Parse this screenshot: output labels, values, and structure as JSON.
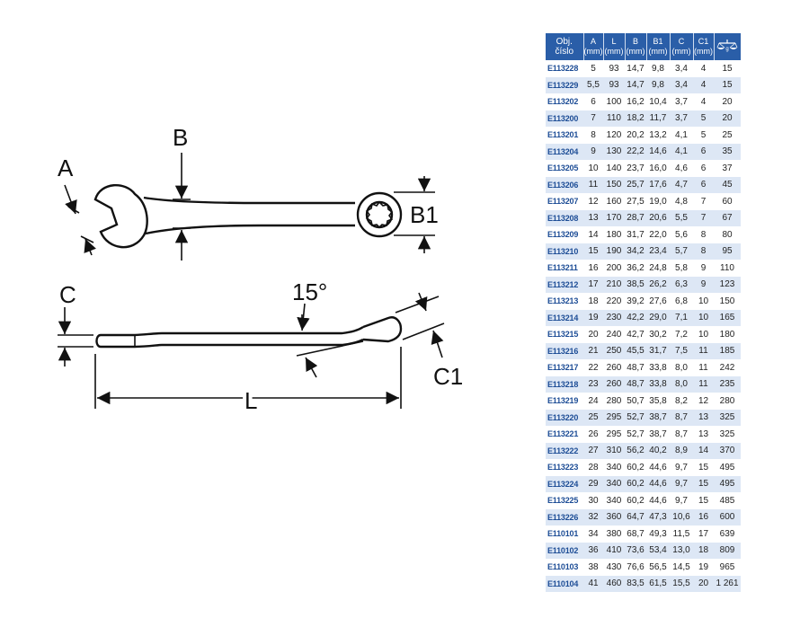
{
  "drawing": {
    "labels": {
      "a": "A",
      "b": "B",
      "b1": "B1",
      "c": "C",
      "c1": "C1",
      "angle": "15°",
      "length": "L"
    }
  },
  "table": {
    "headers": [
      {
        "label": "Obj. číslo",
        "unit": ""
      },
      {
        "label": "A",
        "unit": "(mm)"
      },
      {
        "label": "L",
        "unit": "(mm)"
      },
      {
        "label": "B",
        "unit": "(mm)"
      },
      {
        "label": "B1",
        "unit": "(mm)"
      },
      {
        "label": "C",
        "unit": "(mm)"
      },
      {
        "label": "C1",
        "unit": "(mm)"
      },
      {
        "label": "",
        "unit": "g",
        "icon": "scale-icon"
      }
    ],
    "rows": [
      [
        "E113228",
        "5",
        "93",
        "14,7",
        "9,8",
        "3,4",
        "4",
        "15"
      ],
      [
        "E113229",
        "5,5",
        "93",
        "14,7",
        "9,8",
        "3,4",
        "4",
        "15"
      ],
      [
        "E113202",
        "6",
        "100",
        "16,2",
        "10,4",
        "3,7",
        "4",
        "20"
      ],
      [
        "E113200",
        "7",
        "110",
        "18,2",
        "11,7",
        "3,7",
        "5",
        "20"
      ],
      [
        "E113201",
        "8",
        "120",
        "20,2",
        "13,2",
        "4,1",
        "5",
        "25"
      ],
      [
        "E113204",
        "9",
        "130",
        "22,2",
        "14,6",
        "4,1",
        "6",
        "35"
      ],
      [
        "E113205",
        "10",
        "140",
        "23,7",
        "16,0",
        "4,6",
        "6",
        "37"
      ],
      [
        "E113206",
        "11",
        "150",
        "25,7",
        "17,6",
        "4,7",
        "6",
        "45"
      ],
      [
        "E113207",
        "12",
        "160",
        "27,5",
        "19,0",
        "4,8",
        "7",
        "60"
      ],
      [
        "E113208",
        "13",
        "170",
        "28,7",
        "20,6",
        "5,5",
        "7",
        "67"
      ],
      [
        "E113209",
        "14",
        "180",
        "31,7",
        "22,0",
        "5,6",
        "8",
        "80"
      ],
      [
        "E113210",
        "15",
        "190",
        "34,2",
        "23,4",
        "5,7",
        "8",
        "95"
      ],
      [
        "E113211",
        "16",
        "200",
        "36,2",
        "24,8",
        "5,8",
        "9",
        "110"
      ],
      [
        "E113212",
        "17",
        "210",
        "38,5",
        "26,2",
        "6,3",
        "9",
        "123"
      ],
      [
        "E113213",
        "18",
        "220",
        "39,2",
        "27,6",
        "6,8",
        "10",
        "150"
      ],
      [
        "E113214",
        "19",
        "230",
        "42,2",
        "29,0",
        "7,1",
        "10",
        "165"
      ],
      [
        "E113215",
        "20",
        "240",
        "42,7",
        "30,2",
        "7,2",
        "10",
        "180"
      ],
      [
        "E113216",
        "21",
        "250",
        "45,5",
        "31,7",
        "7,5",
        "11",
        "185"
      ],
      [
        "E113217",
        "22",
        "260",
        "48,7",
        "33,8",
        "8,0",
        "11",
        "242"
      ],
      [
        "E113218",
        "23",
        "260",
        "48,7",
        "33,8",
        "8,0",
        "11",
        "235"
      ],
      [
        "E113219",
        "24",
        "280",
        "50,7",
        "35,8",
        "8,2",
        "12",
        "280"
      ],
      [
        "E113220",
        "25",
        "295",
        "52,7",
        "38,7",
        "8,7",
        "13",
        "325"
      ],
      [
        "E113221",
        "26",
        "295",
        "52,7",
        "38,7",
        "8,7",
        "13",
        "325"
      ],
      [
        "E113222",
        "27",
        "310",
        "56,2",
        "40,2",
        "8,9",
        "14",
        "370"
      ],
      [
        "E113223",
        "28",
        "340",
        "60,2",
        "44,6",
        "9,7",
        "15",
        "495"
      ],
      [
        "E113224",
        "29",
        "340",
        "60,2",
        "44,6",
        "9,7",
        "15",
        "495"
      ],
      [
        "E113225",
        "30",
        "340",
        "60,2",
        "44,6",
        "9,7",
        "15",
        "485"
      ],
      [
        "E113226",
        "32",
        "360",
        "64,7",
        "47,3",
        "10,6",
        "16",
        "600"
      ],
      [
        "E110101",
        "34",
        "380",
        "68,7",
        "49,3",
        "11,5",
        "17",
        "639"
      ],
      [
        "E110102",
        "36",
        "410",
        "73,6",
        "53,4",
        "13,0",
        "18",
        "809"
      ],
      [
        "E110103",
        "38",
        "430",
        "76,6",
        "56,5",
        "14,5",
        "19",
        "965"
      ],
      [
        "E110104",
        "41",
        "460",
        "83,5",
        "61,5",
        "15,5",
        "20",
        "1 261"
      ]
    ]
  }
}
